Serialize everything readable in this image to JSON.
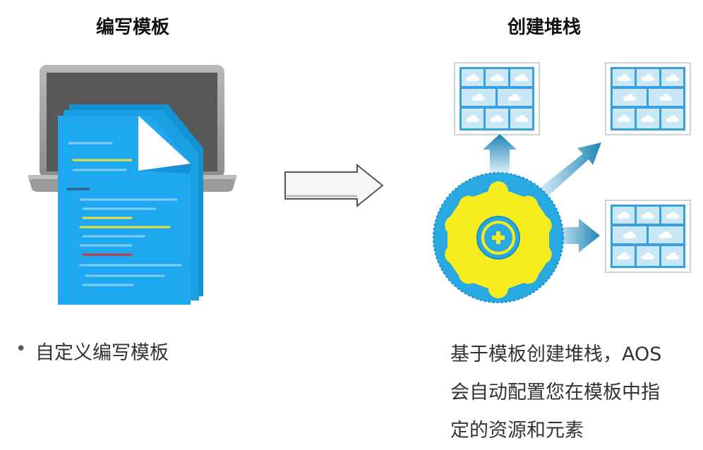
{
  "left": {
    "title": "编写模板",
    "bullet": "•",
    "description": "自定义编写模板"
  },
  "right": {
    "title": "创建堆栈",
    "description_lines": [
      "基于模板创建堆栈，AOS",
      "会自动配置您在模板中指",
      "定的资源和元素"
    ]
  },
  "icons": {
    "left": [
      "laptop-icon",
      "document-stack-icon"
    ],
    "center": "arrow-right-icon",
    "right": [
      "gear-plus-icon",
      "stack-icon"
    ]
  },
  "colors": {
    "doc_blue": "#1ea8f0",
    "gear_blue": "#29a9e1",
    "gear_yellow": "#f6ec1e",
    "stack_border": "#2a97d8",
    "stack_fill": "#c7e6f6",
    "arrow": "#1f86b6",
    "laptop": "#595959"
  }
}
